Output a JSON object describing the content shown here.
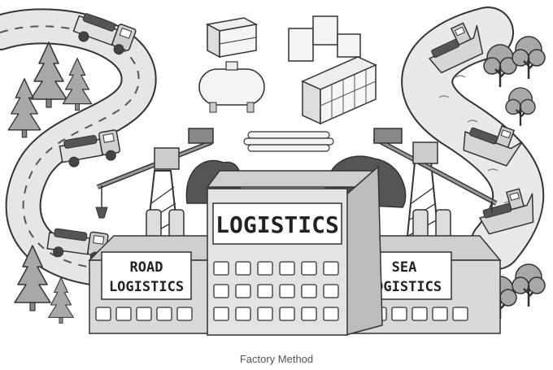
{
  "signs": {
    "main": "LOGISTICS",
    "road_line1": "ROAD",
    "road_line2": "LOGISTICS",
    "sea_line1": "SEA",
    "sea_line2": "LOGISTICS"
  },
  "caption": "Factory Method",
  "colors": {
    "outline": "#333333",
    "road": "#e6e6e6",
    "building": "#d9d9d9",
    "building_dark": "#bdbdbd",
    "tree": "#a8a8a8",
    "cargo": "#555555",
    "water": "#e9e9e9"
  },
  "icons": [
    "truck-icon",
    "ship-icon",
    "crane-icon",
    "tree-icon",
    "container-icon",
    "tank-icon",
    "pipes-icon"
  ]
}
